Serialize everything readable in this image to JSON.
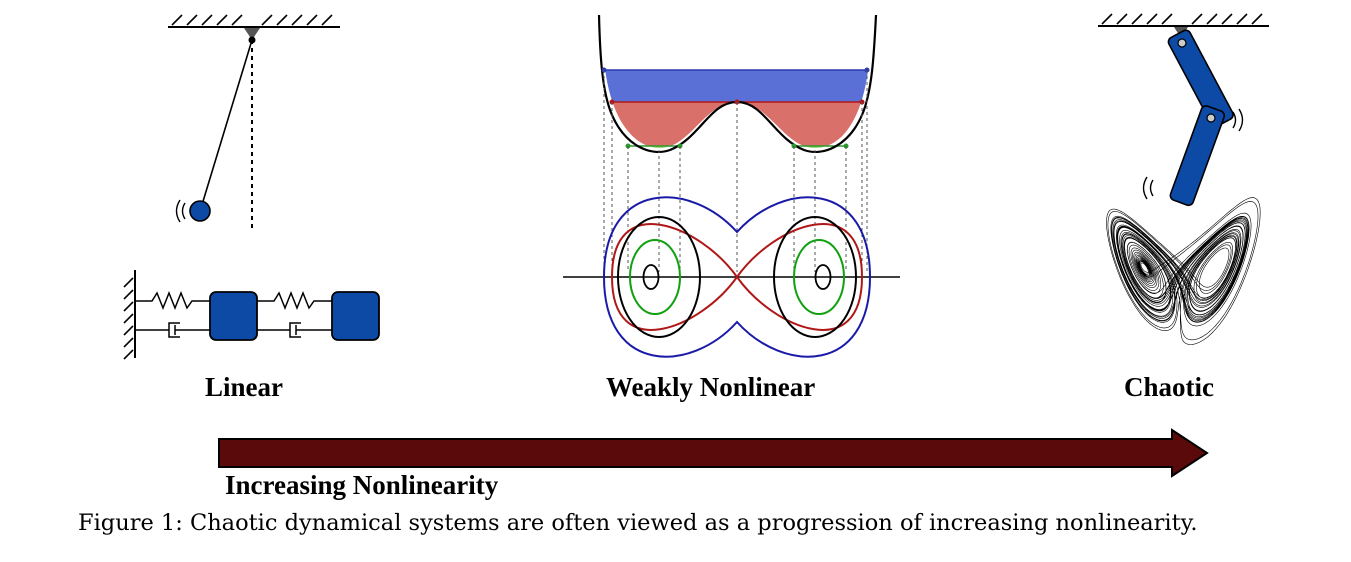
{
  "figure": {
    "panel_labels": {
      "linear": "Linear",
      "weakly_nonlinear": "Weakly Nonlinear",
      "chaotic": "Chaotic"
    },
    "arrow_label": "Increasing Nonlinearity",
    "caption": "Figure 1: Chaotic dynamical systems are often viewed as a progression of increasing nonlinearity.",
    "colors": {
      "mass_blue": "#0d4aa6",
      "energy_blue": "#5a70d6",
      "energy_red": "#d9706a",
      "energy_green": "#98d86a",
      "orbit_blue": "#1a1aa8",
      "orbit_red": "#b01818",
      "orbit_green": "#10a010",
      "arrow": "#5a0a0a"
    }
  }
}
